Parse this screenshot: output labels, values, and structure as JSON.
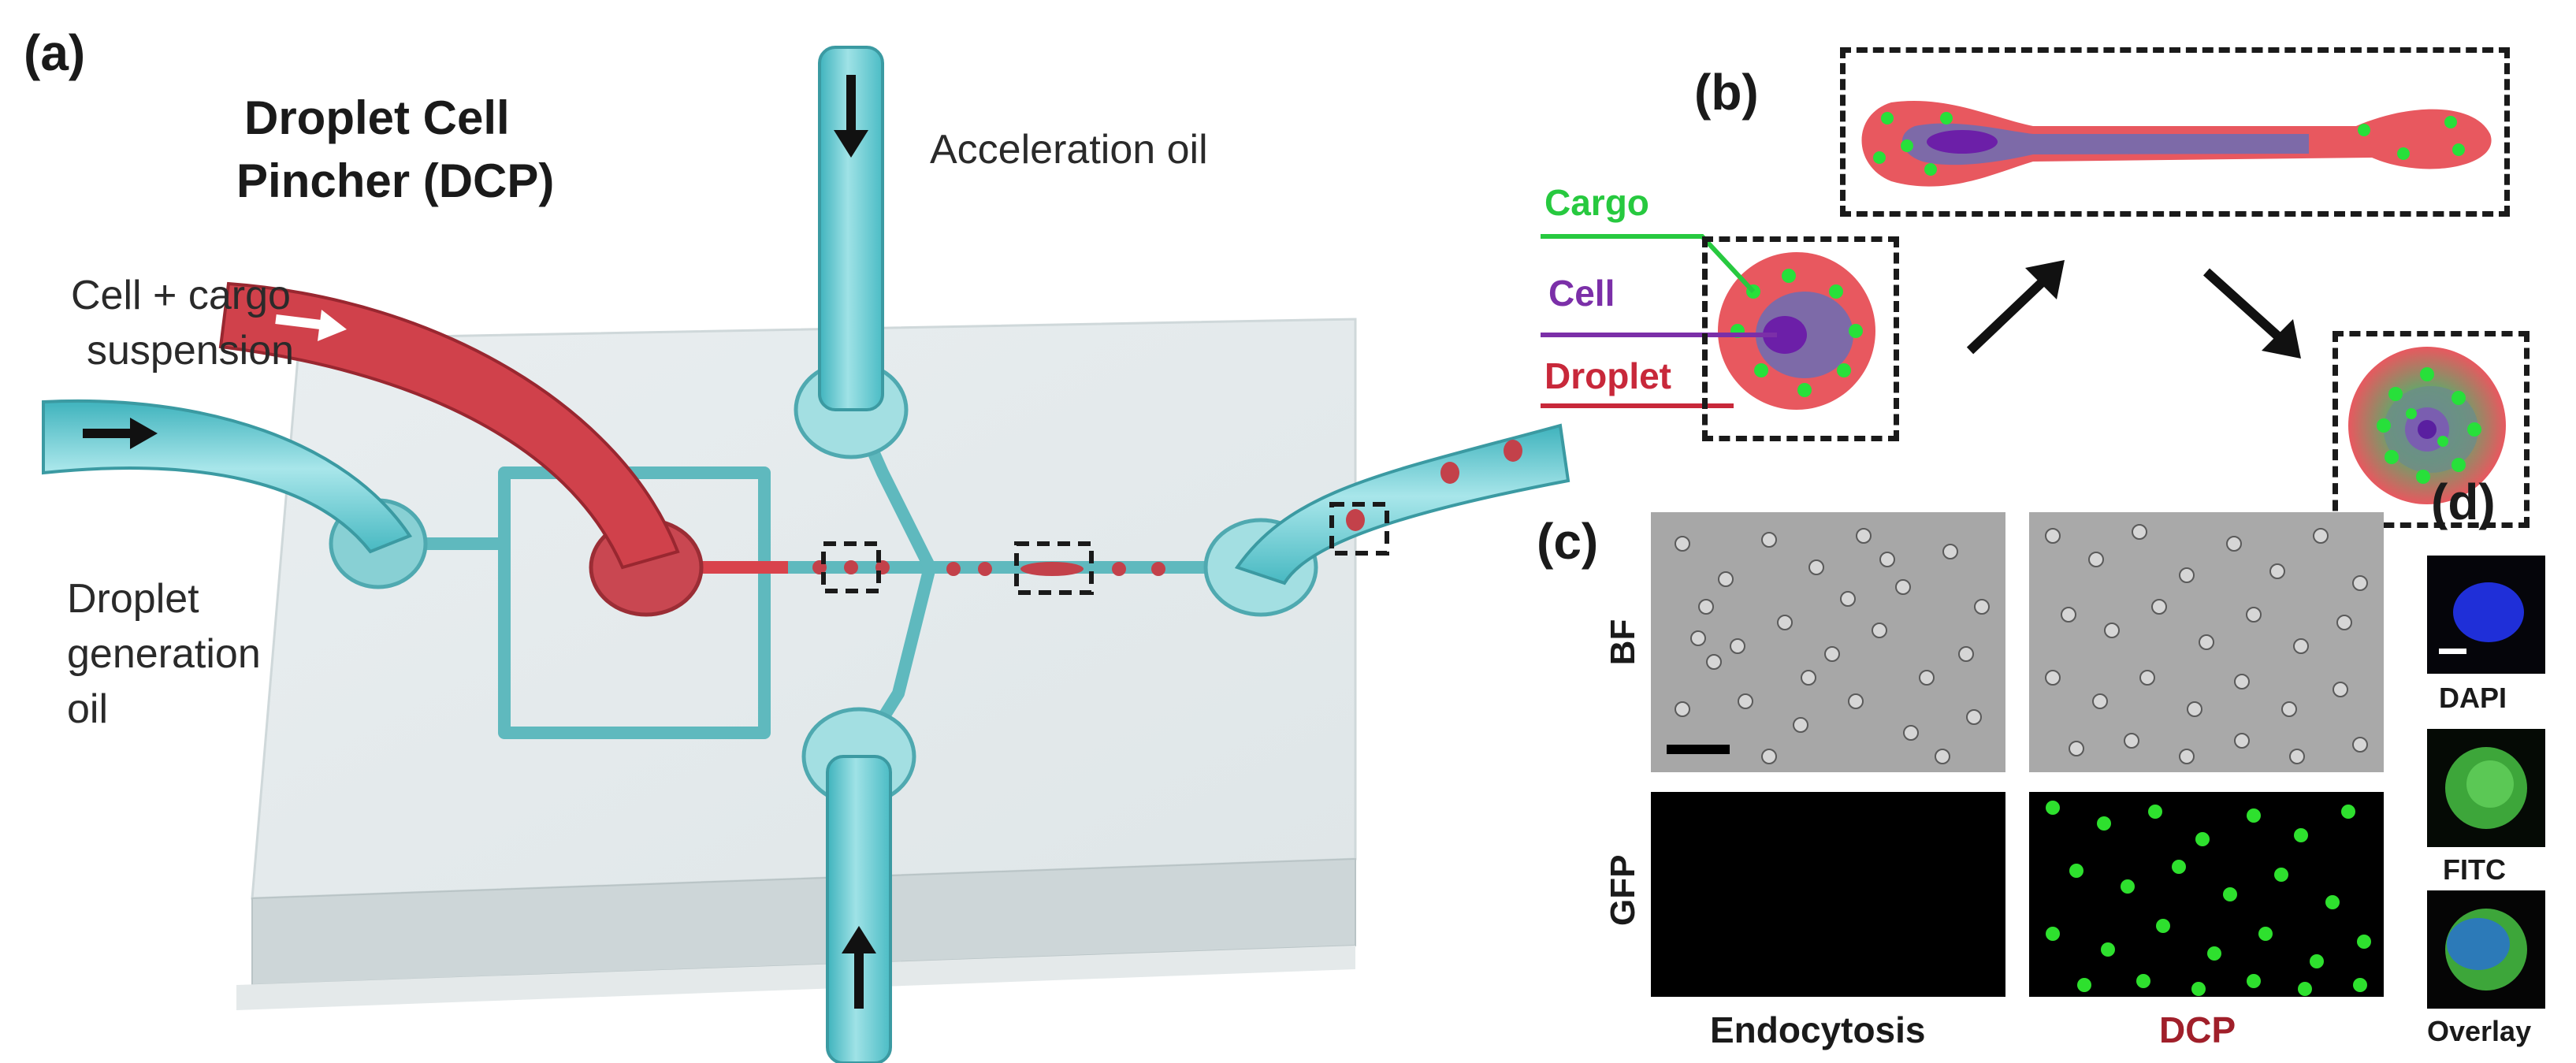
{
  "panels": {
    "a": "(a)",
    "b": "(b)",
    "c": "(c)",
    "d": "(d)"
  },
  "panel_a": {
    "title_line1": "Droplet Cell",
    "title_line2": "Pincher (DCP)",
    "acceleration_oil": "Acceleration oil",
    "cell_cargo_line1": "Cell + cargo",
    "cell_cargo_line2": "suspension",
    "droplet_gen_line1": "Droplet",
    "droplet_gen_line2": "generation",
    "droplet_gen_line3": "oil"
  },
  "panel_b": {
    "cargo": "Cargo",
    "cell": "Cell",
    "droplet": "Droplet",
    "cargo_color": "#27c93f",
    "cell_color": "#7b2fa8",
    "droplet_color": "#c8283a"
  },
  "panel_c": {
    "row_bf": "BF",
    "row_gfp": "GFP",
    "col_endocytosis": "Endocytosis",
    "col_dcp": "DCP",
    "dcp_color": "#a01f2a"
  },
  "panel_d": {
    "dapi": "DAPI",
    "fitc": "FITC",
    "overlay": "Overlay"
  }
}
